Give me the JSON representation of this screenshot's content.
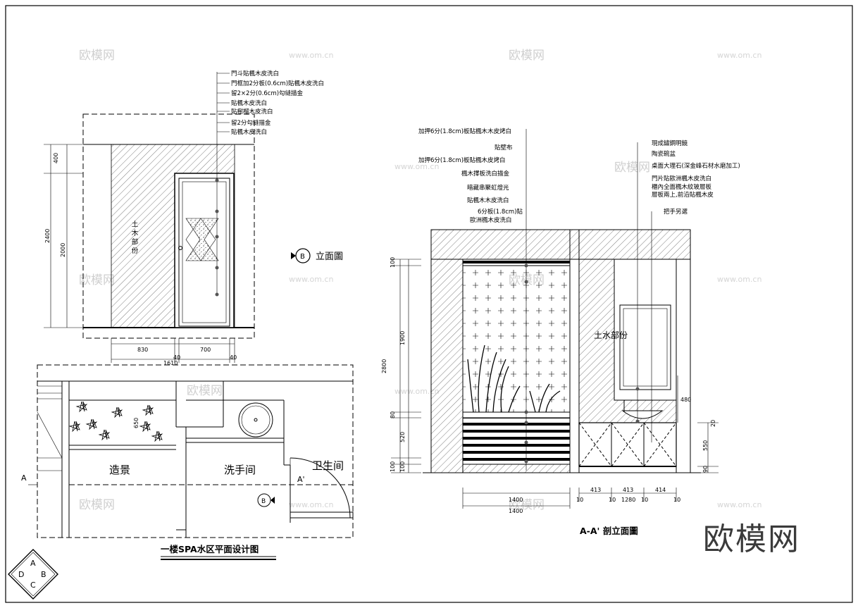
{
  "elevation_b": {
    "notes": [
      "門斗貼楓木皮洗白",
      "門框加2分板(0.6cm)貼楓木皮洗白",
      "留2×2分(0.6cm)勾縫描金",
      "貼楓木皮洗白",
      "貼樹榴木皮洗白",
      "留2分勾縫描金",
      "貼楓木皮洗白"
    ],
    "wall_label": "土木部份",
    "marker_letter": "B",
    "marker_label": "立面圖",
    "dims_vertical": [
      "400",
      "2400",
      "2000"
    ],
    "dims_horizontal": [
      "830",
      "40",
      "700",
      "40",
      "1610"
    ]
  },
  "plan": {
    "rooms": [
      "造景",
      "洗手间",
      "卫生间"
    ],
    "section_labels": [
      "A",
      "A'"
    ],
    "dim_650": "650",
    "title": "一楼SPA水区平面设计图",
    "plan_marker_letter": "B"
  },
  "section": {
    "notes_left": [
      "加押6分(1.8cm)板貼楓木木皮烤白",
      "貼壁布",
      "加押6分(1.8cm)板貼楓木皮烤白",
      "楓木擇板洗白描金",
      "暗藏串聚虹燈光",
      "貼楓木木皮洗白",
      "6分板(1.8cm)貼",
      "歐洲楓木皮洗白"
    ],
    "notes_right": [
      "現成鏽鋼明鏡",
      "陶瓷碗盆",
      "桌面大理石(深金峰石材水磨加工)",
      "門片貼歐洲楓木皮洗白",
      "櫃內全面楓木紋玻層板",
      "層板兩上,前沿貼楓木皮",
      "把手另選"
    ],
    "wall_label": "土水部份",
    "dims_vertical": [
      "100",
      "1900",
      "2800",
      "80",
      "520",
      "100",
      "100"
    ],
    "dims_right": [
      "480",
      "20",
      "550",
      "90"
    ],
    "dims_bottom": [
      "1400",
      "1400",
      "10",
      "413",
      "10",
      "413",
      "1280",
      "10",
      "414",
      "10"
    ],
    "title": "A-A' 剖立面圖"
  },
  "compass": {
    "top": "A",
    "left": "D",
    "right": "B",
    "bottom": "C"
  },
  "watermark": {
    "brand": "欧模网",
    "url": "www.om.cn"
  },
  "colors": {
    "line": "#000000",
    "watermark": "#cfcfcf",
    "brand": "#3a3a3a"
  }
}
